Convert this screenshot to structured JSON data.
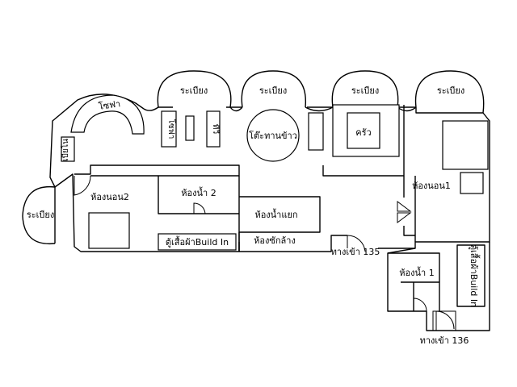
{
  "labels": {
    "balcony_1": "ระเบียง",
    "balcony_2": "ระเบียง",
    "balcony_3": "ระเบียง",
    "balcony_4": "ระเบียง",
    "balcony_left": "ระเบียง",
    "sofa_curve": "โซฟา",
    "sofa_2": "โซฟา",
    "tv": "ทีวี",
    "dining_table": "โต๊ะทานข้าว",
    "kitchen": "ครัว",
    "daybed": "เบียโน",
    "bedroom_2": "ห้องนอน2",
    "bathroom_2": "ห้องน้ำ 2",
    "shower_room": "ห้องน้ำแยก",
    "laundry_room": "ห้องซักล้าง",
    "closet_2": "ตู้เสื้อผ้าBuild In",
    "bedroom_1": "ห้องนอน1",
    "bathroom_1": "ห้องน้ำ 1",
    "closet_1": "ตู้เสื้อผ้าBuild In",
    "entrance_135": "ทางเข้า 135",
    "entrance_136": "ทางเข้า 136"
  }
}
